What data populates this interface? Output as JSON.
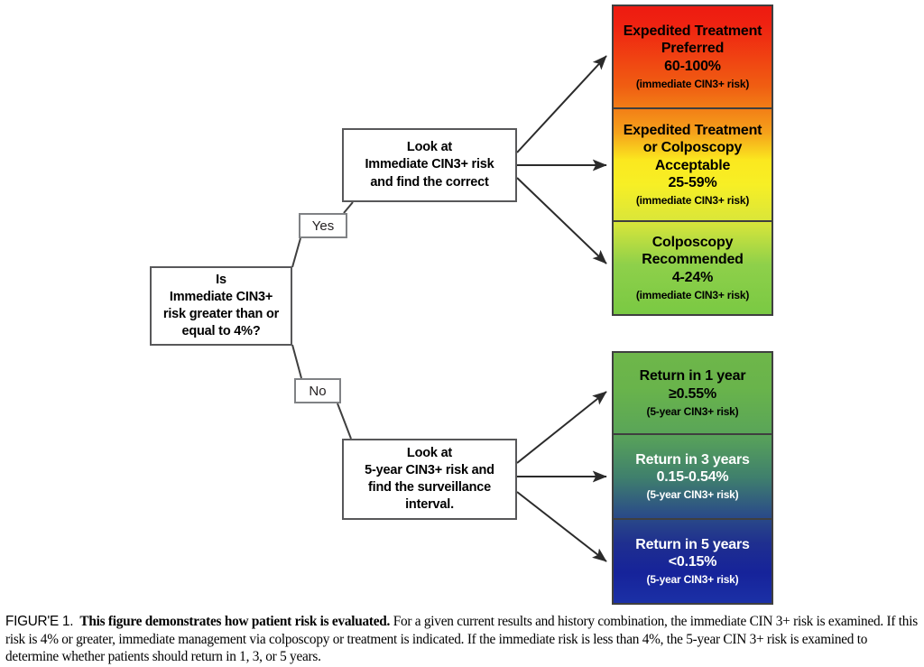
{
  "figure": {
    "caption_prefix": "FIGUR'E 1.",
    "caption_bold": "This figure demonstrates how patient risk is evaluated.",
    "caption_body": " For a given current results and history combination, the immediate CIN 3+ risk is examined. If this risk is 4% or greater, immediate management via colposcopy or treatment is indicated. If the immediate risk is less than 4%, the 5-year CIN 3+ risk is examined to determine whether patients should return in 1, 3, or 5 years."
  },
  "flow": {
    "decision": {
      "line1": "Is",
      "line2": "Immediate CIN3+",
      "line3": "risk greater than or",
      "line4": "equal to 4%?"
    },
    "branch_yes": "Yes",
    "branch_no": "No",
    "process_immediate": {
      "line1": "Look at",
      "line2": "Immediate CIN3+ risk",
      "line3": "and find the correct"
    },
    "process_5year": {
      "line1": "Look at",
      "line2": "5-year CIN3+ risk and",
      "line3": "find the surveillance",
      "line4": "interval."
    }
  },
  "results_immediate": {
    "risk_basis": "(immediate CIN3+ risk)",
    "items": [
      {
        "line1": "Expedited Treatment",
        "line2": "Preferred",
        "value": "60-100%",
        "sub": "(immediate CIN3+ risk)",
        "color_start": "#ee1b11",
        "color_end": "#f5a11b",
        "text_color": "#000000"
      },
      {
        "line1": "Expedited Treatment",
        "line2": "or Colposcopy",
        "line3": "Acceptable",
        "value": "25-59%",
        "sub": "(immediate CIN3+ risk)",
        "color_start": "#f5a11b",
        "color_end": "#d9e63a",
        "text_color": "#000000"
      },
      {
        "line1": "Colposcopy",
        "line2": "Recommended",
        "value": "4-24%",
        "sub": "(immediate CIN3+ risk)",
        "color_start": "#a9d93f",
        "color_end": "#7ac943",
        "text_color": "#000000"
      }
    ]
  },
  "results_5year": {
    "risk_basis": "(5-year CIN3+ risk)",
    "items": [
      {
        "line1": "Return in 1 year",
        "value": "≥0.55%",
        "sub": "(5-year CIN3+ risk)",
        "color_start": "#6eb64a",
        "color_end": "#5aa558",
        "text_color": "#000000"
      },
      {
        "line1": "Return in 3 years",
        "value": "0.15-0.54%",
        "sub": "(5-year CIN3+ risk)",
        "color_start": "#5aa558",
        "color_end": "#2c4f86",
        "text_color": "#ffffff"
      },
      {
        "line1": "Return in 5 years",
        "value": "<0.15%",
        "sub": "(5-year CIN3+ risk)",
        "color_start": "#1f2f8f",
        "color_end": "#1b30a6",
        "text_color": "#ffffff"
      }
    ]
  },
  "style": {
    "line_color": "#3f3f3f",
    "box_border": "#58585a",
    "background": "#ffffff"
  }
}
